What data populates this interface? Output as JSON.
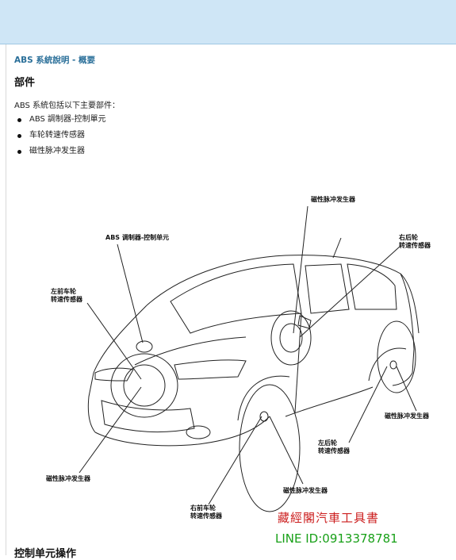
{
  "breadcrumb": "ABS 系統說明 - 概要",
  "section_title": "部件",
  "intro": "ABS 系統包括以下主要部件：",
  "components": [
    "ABS 調制器-控制單元",
    "车轮转速传感器",
    "磁性脉冲发生器"
  ],
  "diagram": {
    "labels": {
      "pulser_top": "磁性脉冲发生器",
      "modulator": "ABS 调制器-控制单元",
      "rr_sensor_a": "右后轮",
      "rr_sensor_b": "转速传感器",
      "lf_sensor_a": "左前车轮",
      "lf_sensor_b": "转速传感器",
      "pulser_right": "磁性脉冲发生器",
      "lr_sensor_a": "左后轮",
      "lr_sensor_b": "转速传感器",
      "pulser_left": "磁性脉冲发生器",
      "pulser_bottom": "磁性脉冲发生器",
      "rf_sensor_a": "右前车轮",
      "rf_sensor_b": "转速传感器"
    }
  },
  "watermark": {
    "line1": "藏經閣汽車工具書",
    "line2": "LINE ID:0913378781"
  },
  "next_section_title": "控制单元操作"
}
